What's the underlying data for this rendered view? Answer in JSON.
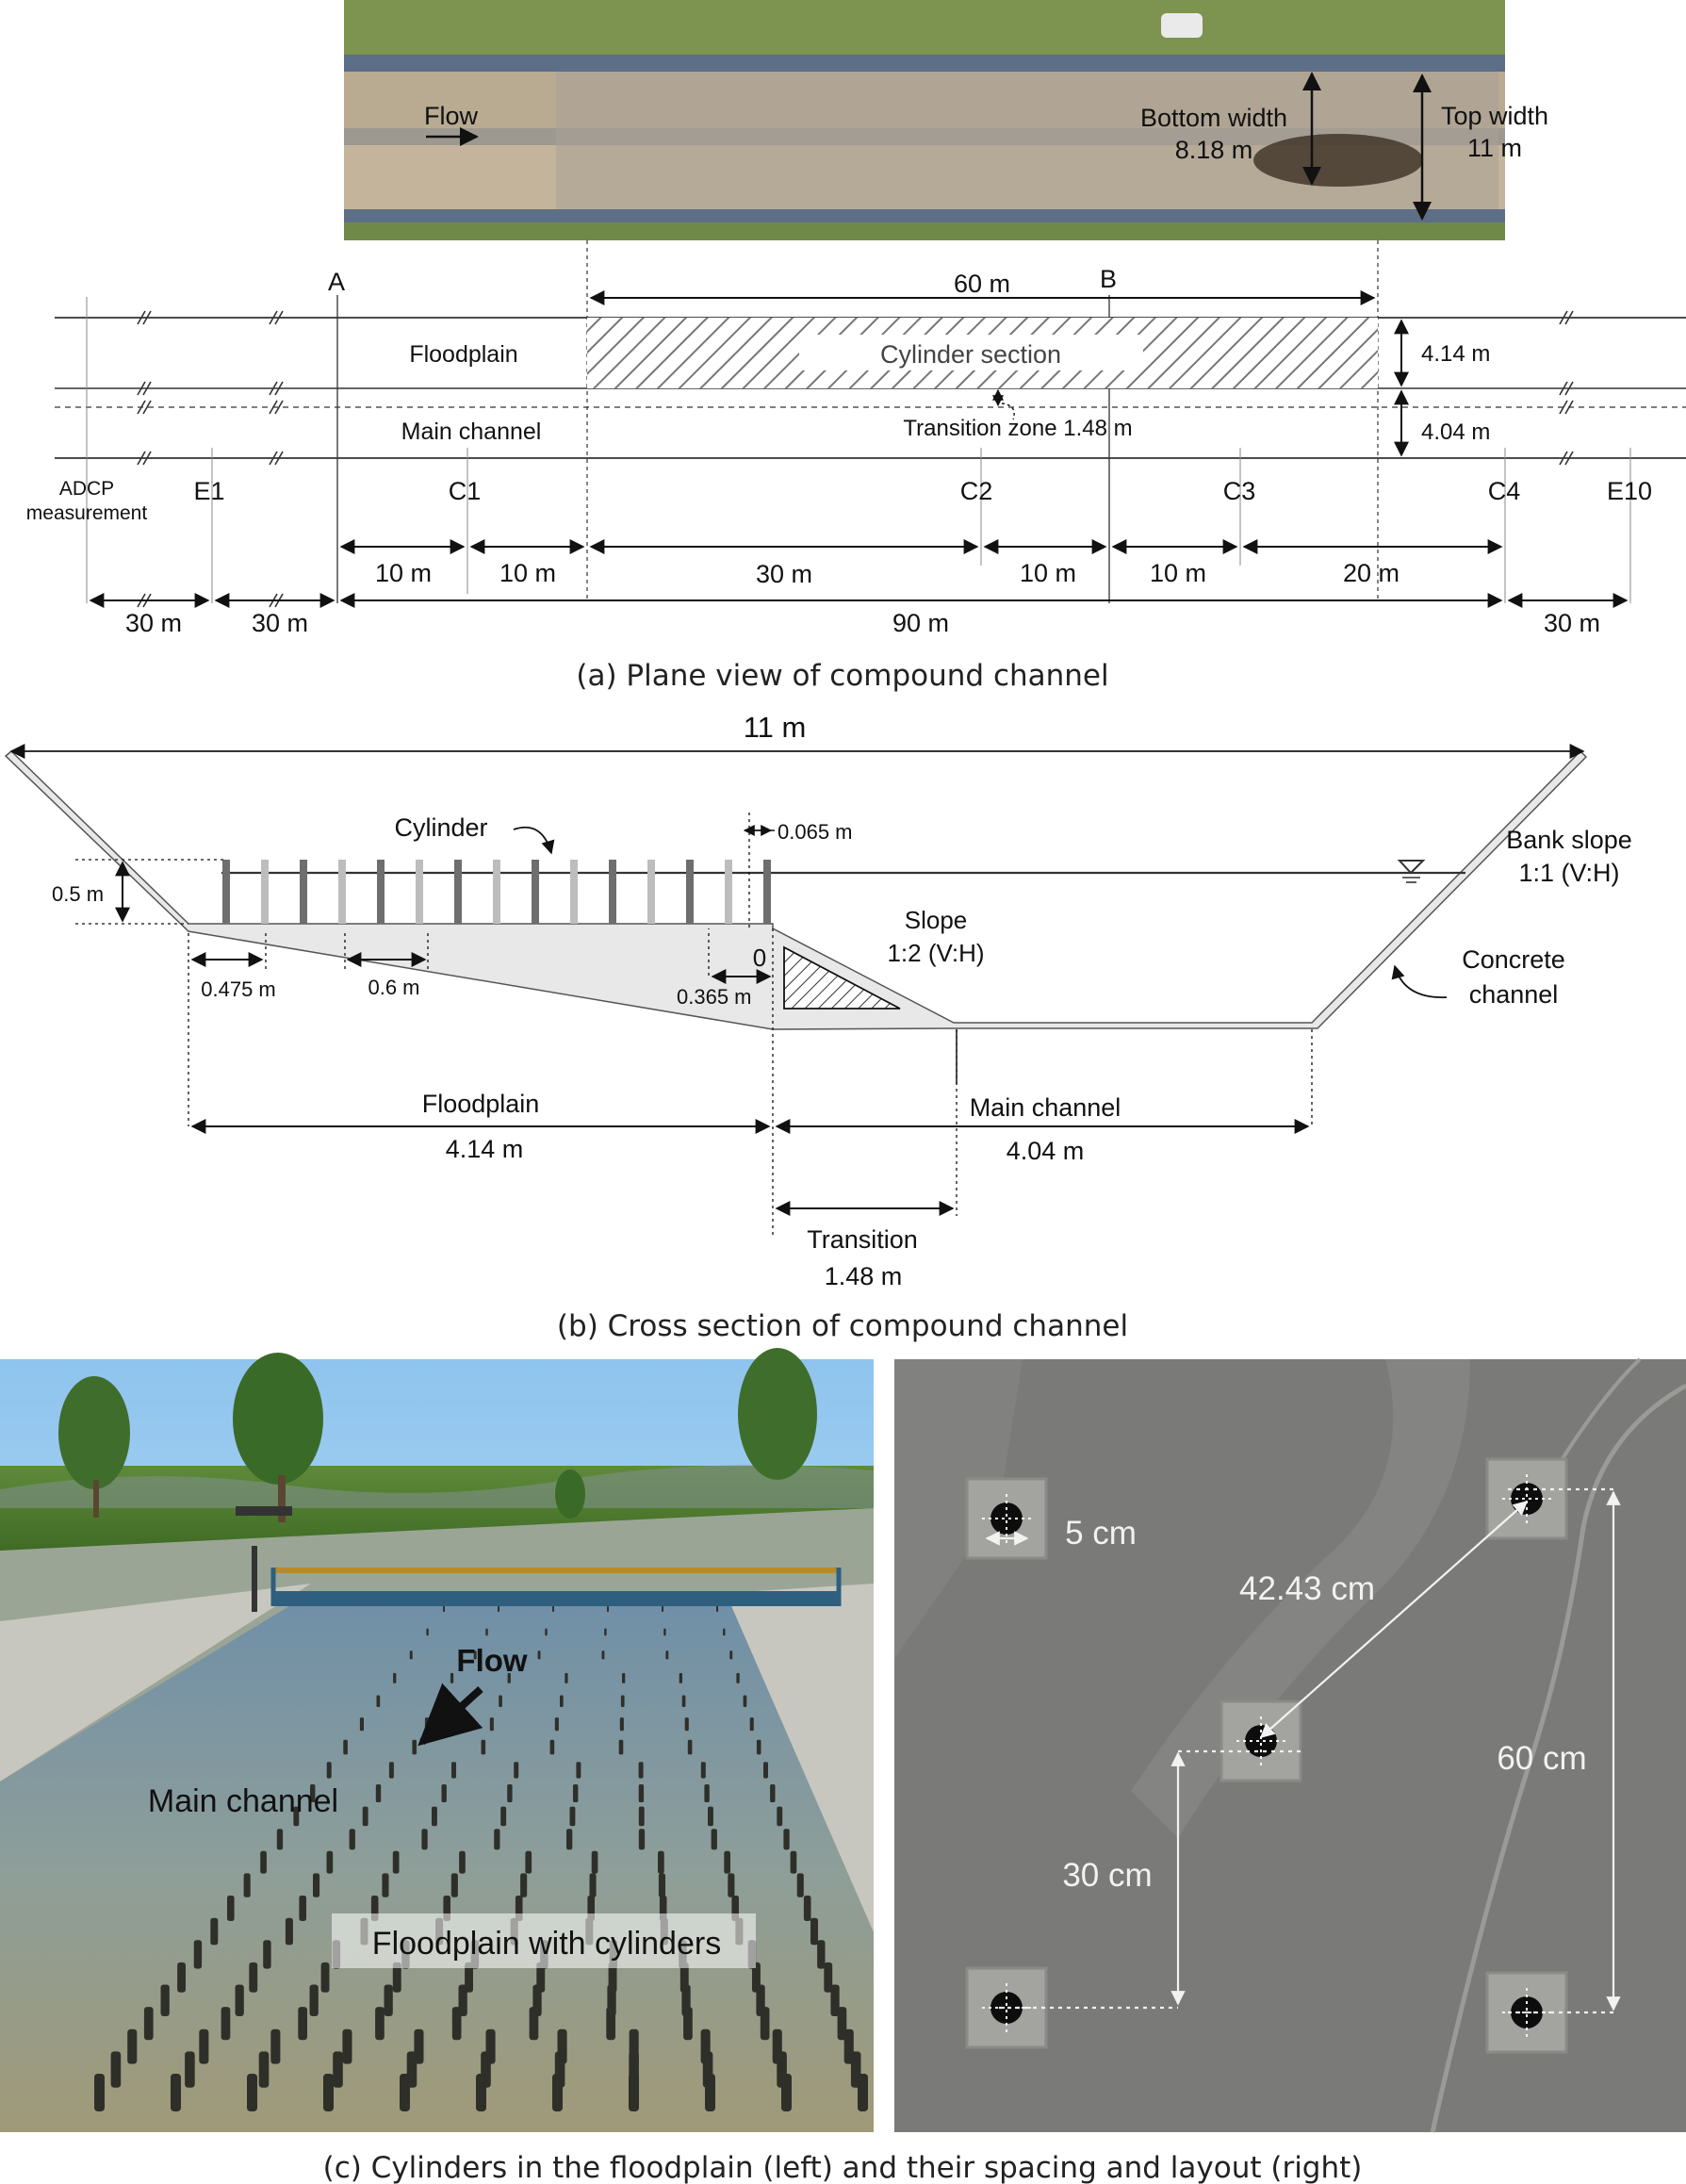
{
  "photo_top": {
    "flow_label": "Flow",
    "bottom_width_label": "Bottom width",
    "bottom_width_value": "8.18 m",
    "top_width_label": "Top width",
    "top_width_value": "11 m"
  },
  "plan": {
    "section_A": "A",
    "section_B": "B",
    "cylinder_length": "60 m",
    "floodplain_label": "Floodplain",
    "cylinder_section_label": "Cylinder section",
    "main_channel_label": "Main channel",
    "transition_label": "Transition zone 1.48 m",
    "floodplain_width": "4.14 m",
    "main_channel_width": "4.04 m",
    "adcp_label_line1": "ADCP",
    "adcp_label_line2": "measurement",
    "stations": [
      "E1",
      "C1",
      "C2",
      "C3",
      "C4",
      "E10"
    ],
    "segments": [
      "10 m",
      "10 m",
      "30 m",
      "10 m",
      "10 m",
      "20 m"
    ],
    "outer_left": [
      "30 m",
      "30 m"
    ],
    "total_length": "90 m",
    "outer_right": "30 m",
    "caption": "(a) Plane view of compound channel"
  },
  "cross": {
    "top_width": "11 m",
    "cylinder_label": "Cylinder",
    "gap_label": "0.065 m",
    "depth_label": "0.5 m",
    "bank_slope_line1": "Bank slope",
    "bank_slope_line2": "1:1 (V:H)",
    "slope_line1": "Slope",
    "slope_line2": "1:2 (V:H)",
    "zero_label": "0",
    "offset_label": "0.365 m",
    "spacing_first": "0.475 m",
    "spacing": "0.6 m",
    "concrete_line1": "Concrete",
    "concrete_line2": "channel",
    "floodplain_label": "Floodplain",
    "floodplain_width": "4.14 m",
    "main_channel_label": "Main channel",
    "main_channel_width": "4.04 m",
    "transition_label": "Transition",
    "transition_width": "1.48 m",
    "caption": "(b) Cross section of compound channel"
  },
  "photos": {
    "flow_label": "Flow",
    "main_channel_label": "Main channel",
    "floodplain_label": "Floodplain with cylinders",
    "diameter": "5 cm",
    "diagonal": "42.43 cm",
    "half_spacing": "30 cm",
    "spacing": "60 cm",
    "caption": "(c) Cylinders in the floodplain (left) and their spacing and layout (right)"
  }
}
